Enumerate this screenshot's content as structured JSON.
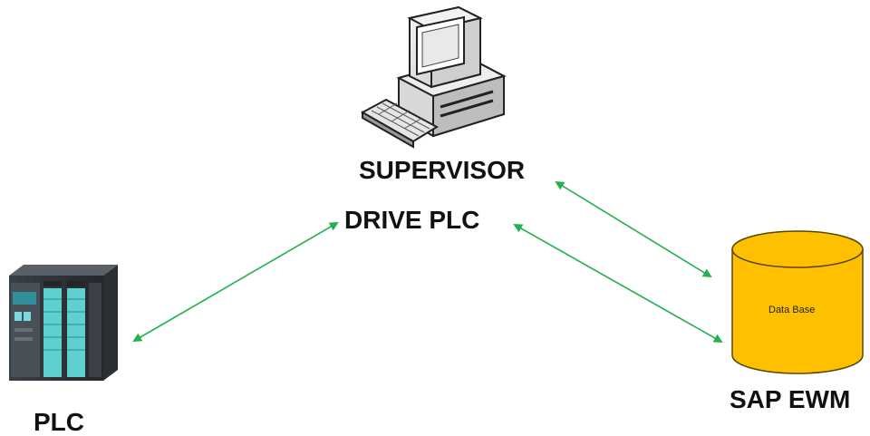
{
  "nodes": {
    "supervisor": {
      "label": "SUPERVISOR",
      "icon": "desktop-computer-icon"
    },
    "drive_plc": {
      "label": "DRIVE PLC"
    },
    "plc": {
      "label": "PLC",
      "icon": "plc-module-icon"
    },
    "sap_ewm": {
      "label": "SAP EWM",
      "icon": "database-cylinder-icon",
      "inner_label": "Data Base"
    }
  },
  "connections": [
    {
      "from": "plc",
      "to": "drive_plc",
      "direction": "bidirectional"
    },
    {
      "from": "drive_plc",
      "to": "sap_ewm",
      "direction": "bidirectional"
    },
    {
      "from": "supervisor",
      "to": "sap_ewm",
      "direction": "bidirectional"
    }
  ],
  "colors": {
    "arrow": "#22b14c",
    "database_fill": "#ffc000",
    "database_stroke": "#5a4500",
    "plc_teal": "#5fd0d0",
    "text": "#111111"
  }
}
